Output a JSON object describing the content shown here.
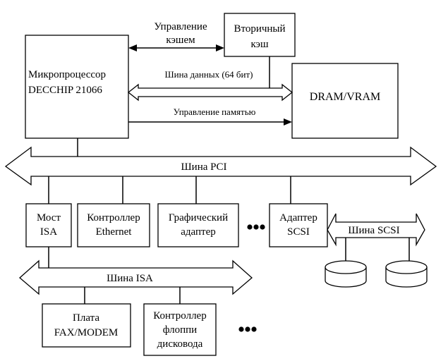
{
  "blocks": {
    "cpu": [
      "Микропроцессор",
      "DECCHIP 21066"
    ],
    "cache": [
      "Вторичный",
      "кэш"
    ],
    "dram": "DRAM/VRAM",
    "isa_bridge": [
      "Мост",
      "ISA"
    ],
    "ethernet": [
      "Контроллер",
      "Ethernet"
    ],
    "graphics": [
      "Графический",
      "адаптер"
    ],
    "scsi_adapter": [
      "Адаптер",
      "SCSI"
    ],
    "fax_modem": [
      "Плата",
      "FAX/MODEM"
    ],
    "floppy": [
      "Контроллер",
      "флоппи",
      "дисковода"
    ]
  },
  "links": {
    "cache_control": [
      "Управление",
      "кэшем"
    ],
    "data_bus": "Шина данных (64 бит)",
    "memory_control": "Управление памятью"
  },
  "buses": {
    "pci": "Шина PCI",
    "isa": "Шина ISA",
    "scsi": "Шина SCSI"
  }
}
